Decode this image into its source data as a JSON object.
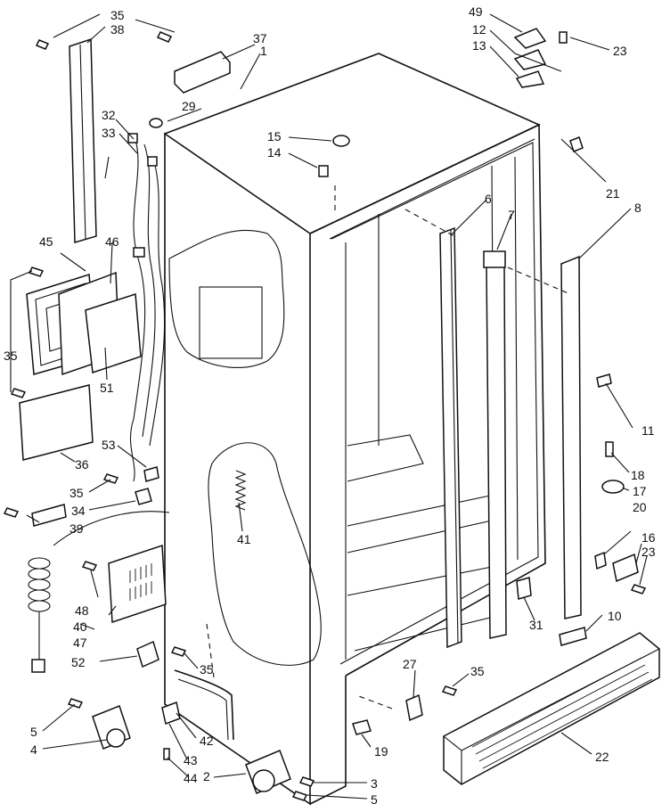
{
  "callouts": {
    "c35a": "35",
    "c38": "38",
    "c37": "37",
    "c1": "1",
    "c29": "29",
    "c32": "32",
    "c33": "33",
    "c15": "15",
    "c14": "14",
    "c49": "49",
    "c12": "12",
    "c13": "13",
    "c23a": "23",
    "c21": "21",
    "c6": "6",
    "c7": "7",
    "c8": "8",
    "c45": "45",
    "c46": "46",
    "c35b": "35",
    "c51": "51",
    "c53": "53",
    "c36": "36",
    "c35c": "35",
    "c34": "34",
    "c39": "39",
    "c41": "41",
    "c11": "11",
    "c18": "18",
    "c17": "17",
    "c20": "20",
    "c16": "16",
    "c23b": "23",
    "c48": "48",
    "c40": "40",
    "c47": "47",
    "c31": "31",
    "c10": "10",
    "c52": "52",
    "c35d": "35",
    "c27": "27",
    "c35e": "35",
    "c5a": "5",
    "c4": "4",
    "c42": "42",
    "c43": "43",
    "c44": "44",
    "c2": "2",
    "c3": "3",
    "c5b": "5",
    "c19": "19",
    "c22": "22"
  }
}
